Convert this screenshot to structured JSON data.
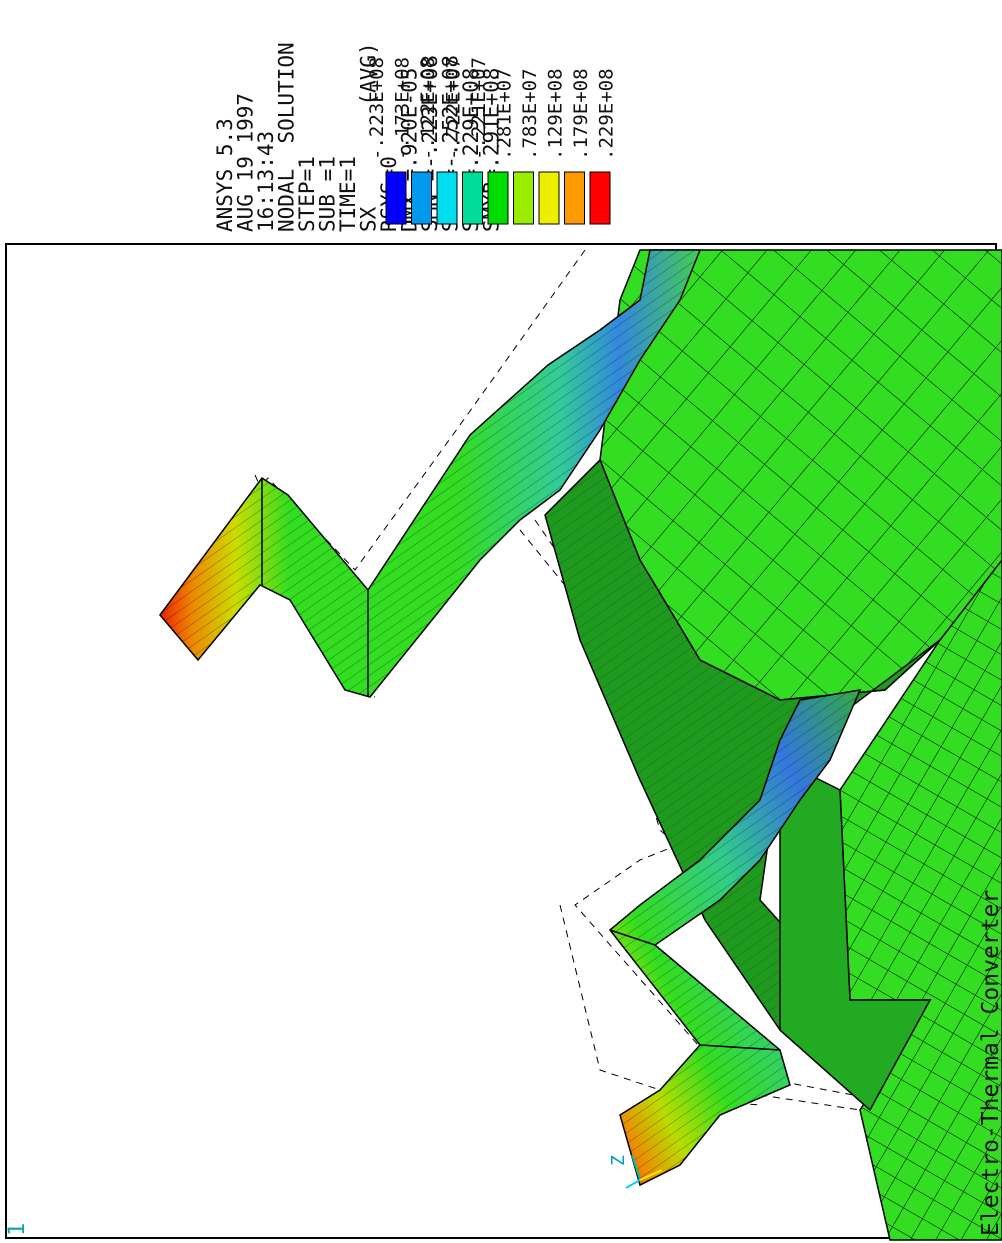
{
  "window_number": "1",
  "info_lines": [
    "ANSYS 5.3",
    "AUG 19 1997",
    "16:13:43",
    "NODAL  SOLUTION",
    "STEP=1",
    "SUB =1",
    "TIME=1",
    "SX        (AVG)",
    "RSYS=0",
    "DMX =.920E-05",
    "SMN =-.223E+08",
    "SMNB=-.252E+08",
    "SMX =.229E+08",
    "SMXB=.291E+08"
  ],
  "legend": [
    {
      "label": "-.223E+08",
      "color": "#0000ff"
    },
    {
      "label": "-.173E+08",
      "color": "#0099ee"
    },
    {
      "label": "-.122E+08",
      "color": "#00ddee"
    },
    {
      "label": "-.722E+07",
      "color": "#00dd99"
    },
    {
      "label": "-.221E+07",
      "color": "#00dd00"
    },
    {
      "label": ".281E+07",
      "color": "#99ee00"
    },
    {
      "label": ".783E+07",
      "color": "#eeee00"
    },
    {
      "label": ".129E+08",
      "color": "#ff9900"
    },
    {
      "label": ".179E+08",
      "color": "#ff0000"
    },
    {
      "label": ".229E+08",
      "color": ""
    }
  ],
  "footer_title": "Electro-Thermal Converter",
  "triad_label": "Z",
  "colors": {
    "frame": "#000000",
    "mesh_green": "#33dd22",
    "mesh_dark_green": "#1f9a1f",
    "stress_blue": "#3399dd",
    "stress_red": "#ee2200",
    "stress_yellow": "#eedd00"
  }
}
